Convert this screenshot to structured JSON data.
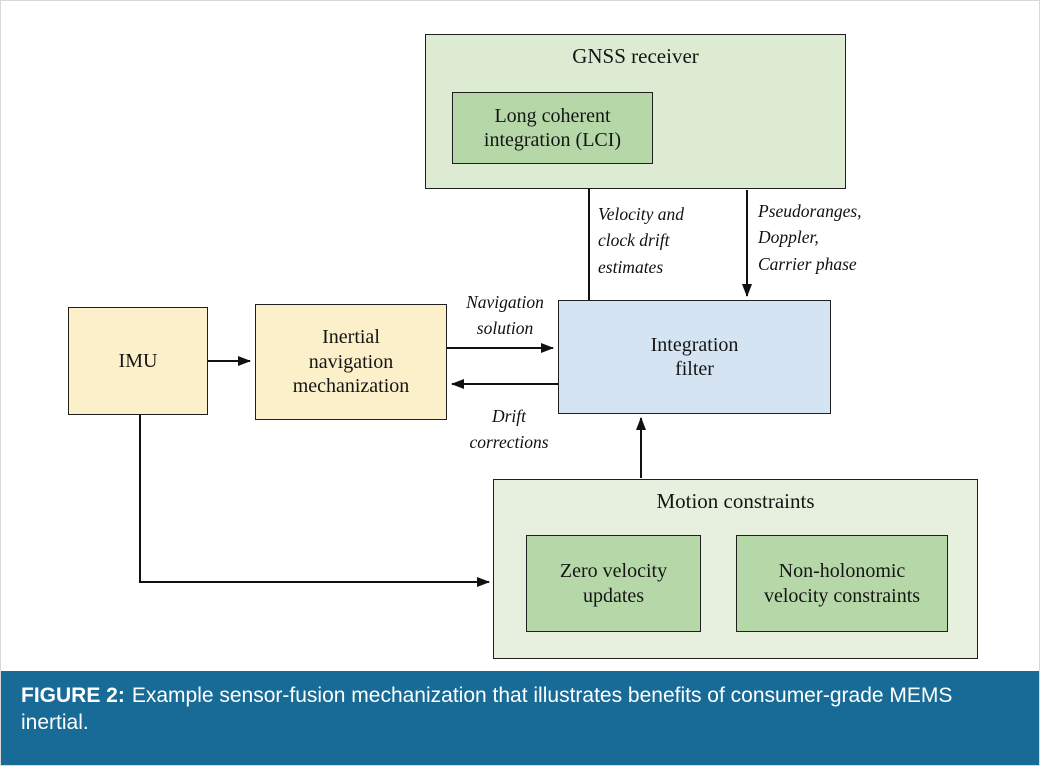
{
  "colors": {
    "gnss_bg": "#ddebd2",
    "motion_bg": "#e7f0de",
    "inner_green_bg": "#b6d8a8",
    "yellow_bg": "#fbf0c9",
    "blue_bg": "#d4e4f3",
    "box_border": "#1f1f1f",
    "arrow": "#111111",
    "caption_bg": "#176b96",
    "caption_fg": "#ffffff"
  },
  "diagram": {
    "gnss_receiver": {
      "title": "GNSS receiver",
      "lci_label": "Long coherent\nintegration (LCI)"
    },
    "imu_label": "IMU",
    "mechanization_label": "Inertial\nnavigation\nmechanization",
    "integration_filter_label": "Integration\nfilter",
    "motion_constraints": {
      "title": "Motion constraints",
      "zvu_label": "Zero velocity\nupdates",
      "nhc_label": "Non-holonomic\nvelocity constraints"
    },
    "arrow_labels": {
      "navigation_solution": "Navigation\nsolution",
      "drift_corrections": "Drift\ncorrections",
      "velocity_clock_drift": "Velocity and\nclock drift\nestimates",
      "gnss_measurements": "Pseudoranges,\nDoppler,\nCarrier phase"
    }
  },
  "caption": {
    "tag": "FIGURE 2:",
    "text": "Example sensor-fusion mechanization that illustrates benefits of consumer-grade MEMS inertial."
  }
}
